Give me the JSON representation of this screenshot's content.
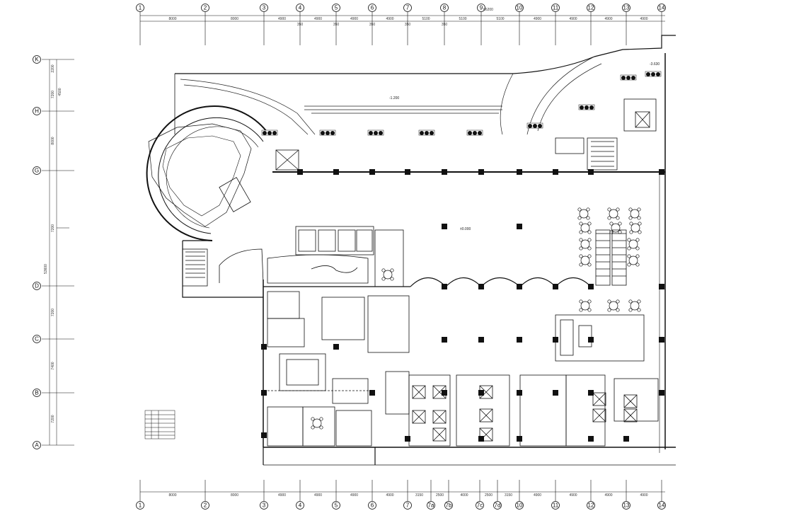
{
  "axes": {
    "top_labels": [
      "1",
      "2",
      "3",
      "4",
      "5",
      "6",
      "7",
      "8",
      "9",
      "10",
      "11",
      "12",
      "13",
      "14"
    ],
    "bottom_labels": [
      "1",
      "2",
      "3",
      "4",
      "5",
      "6",
      "7",
      "7a",
      "7b",
      "7c",
      "7d",
      "10",
      "11",
      "12",
      "13",
      "14"
    ],
    "left_labels": [
      "K",
      "H",
      "G",
      "D",
      "C",
      "B",
      "A"
    ]
  },
  "dimensions": {
    "top_segments": [
      "8000",
      "8000",
      "4900",
      "4900",
      "4900",
      "4900",
      "5100",
      "5100",
      "5100",
      "4900",
      "4900",
      "4900",
      "4900"
    ],
    "top_sub": [
      "350",
      "350",
      "350",
      "350",
      "350"
    ],
    "top_total": "66200",
    "bottom_segments": [
      "8000",
      "8000",
      "4900",
      "4900",
      "4900",
      "4900",
      "3150",
      "2500",
      "4000",
      "2500",
      "3150",
      "4900",
      "4900",
      "4900",
      "4900"
    ],
    "left_segments": [
      "2200",
      "7200",
      "8000",
      "7200",
      "7200",
      "7400",
      "7200"
    ],
    "left_sub": [
      "4500"
    ],
    "left_total": "53600"
  },
  "annotations": {
    "level_top": "-1.200",
    "level_corner": "-3.630",
    "level_main": "±0.000"
  }
}
